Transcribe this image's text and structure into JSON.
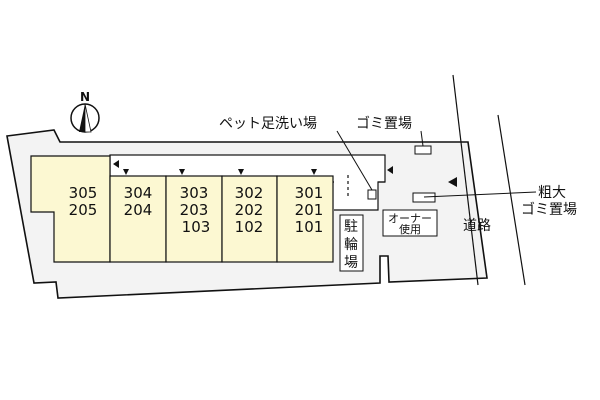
{
  "compass": {
    "label": "N",
    "icon": "north-arrow-icon"
  },
  "colors": {
    "site_fill": "#f3f3f3",
    "unit_fill": "#fcf8d2",
    "line": "#111111",
    "background": "#ffffff"
  },
  "units": [
    {
      "id": "col-305",
      "lines": [
        "305",
        "205"
      ]
    },
    {
      "id": "col-304",
      "lines": [
        "304",
        "204"
      ]
    },
    {
      "id": "col-303",
      "lines": [
        "303",
        "203",
        "103"
      ]
    },
    {
      "id": "col-302",
      "lines": [
        "302",
        "202",
        "102"
      ]
    },
    {
      "id": "col-301",
      "lines": [
        "301",
        "201",
        "101"
      ]
    }
  ],
  "labels": {
    "pet_wash": "ペット足洗い場",
    "garbage": "ゴミ置場",
    "bulky_garbage_line1": "粗大",
    "bulky_garbage_line2": "ゴミ置場",
    "bicycle_parking": [
      "駐",
      "輪",
      "場"
    ],
    "owner_use_line1": "オーナー",
    "owner_use_line2": "使用",
    "road": "道路"
  }
}
